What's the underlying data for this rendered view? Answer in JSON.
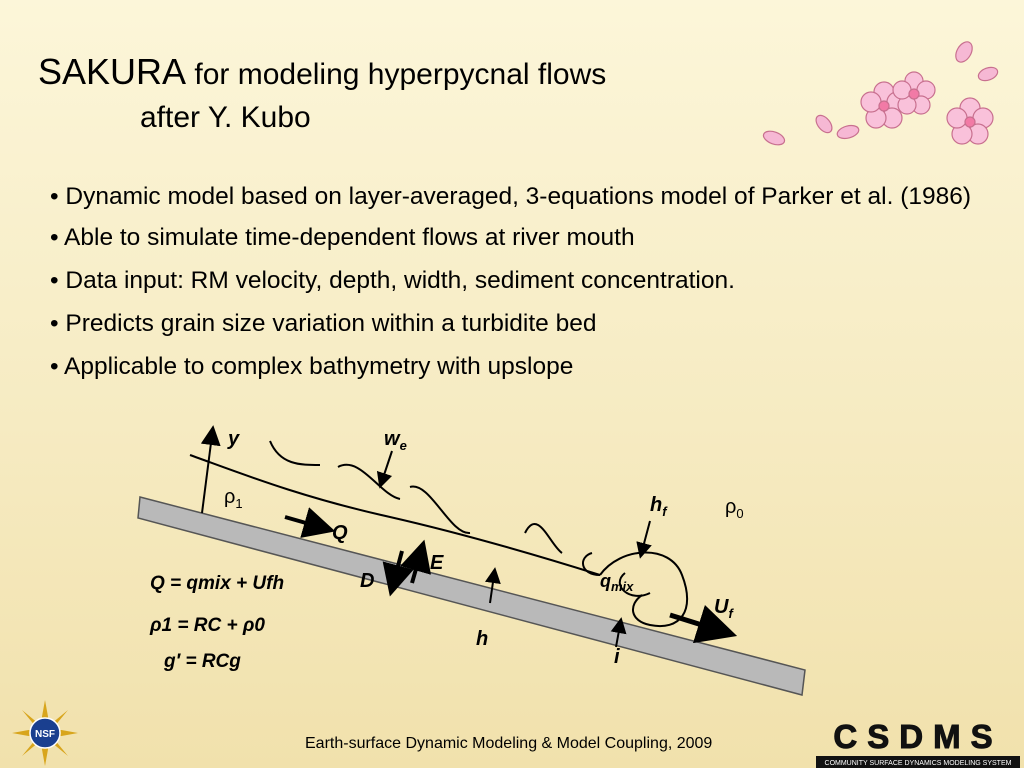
{
  "title": {
    "main": "SAKURA",
    "rest": " for modeling hyperpycnal flows",
    "sub": "after Y. Kubo"
  },
  "bullets": [
    "• Dynamic model based on layer-averaged, 3-equations model of Parker et al. (1986)",
    "• Able to simulate time-dependent flows at river mouth",
    "• Data input: RM velocity, depth, width, sediment concentration.",
    "• Predicts grain size variation within a turbidite bed",
    "• Applicable to complex bathymetry with upslope"
  ],
  "diagram": {
    "labels": {
      "y": "y",
      "we": "w",
      "we_sub": "e",
      "rho1": "ρ",
      "rho1_sub": "1",
      "rho0": "ρ",
      "rho0_sub": "0",
      "Q": "Q",
      "D": "D",
      "E": "E",
      "hf": "h",
      "hf_sub": "f",
      "qmix": "q",
      "qmix_sub": "mix",
      "Uf": "U",
      "Uf_sub": "f",
      "h": "h",
      "i": "i"
    },
    "equations": [
      "Q = qmix + Ufh",
      "ρ1 = RC + ρ0",
      "g′ = RCg"
    ]
  },
  "footer": "Earth-surface Dynamic Modeling & Model Coupling, 2009",
  "logos": {
    "nsf": "NSF",
    "csdms": "CSDMS",
    "csdms_sub": "COMMUNITY SURFACE DYNAMICS MODELING SYSTEM"
  },
  "colors": {
    "blossom": "#f6b8d4",
    "slope": "#b9b9b9"
  }
}
